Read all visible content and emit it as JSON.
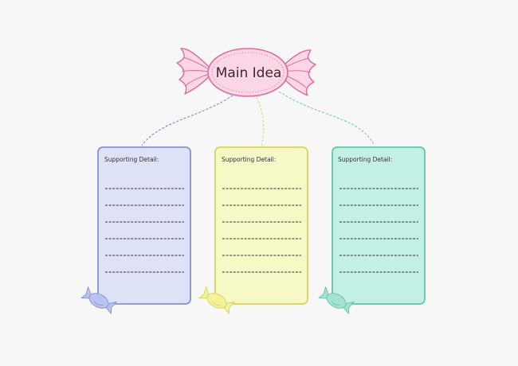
{
  "main_idea": {
    "title": "Main Idea",
    "colors": {
      "fill": "#fbd6e6",
      "stroke": "#e06a98"
    }
  },
  "details": [
    {
      "label": "Supporting Detail:",
      "lines": 6,
      "colors": {
        "fill": "#dde2f7",
        "stroke": "#8791cf",
        "connector": "#7b7fc4",
        "candy": "#b8c4ef"
      }
    },
    {
      "label": "Supporting Detail:",
      "lines": 6,
      "colors": {
        "fill": "#f6f8c5",
        "stroke": "#d8d35c",
        "connector": "#d9d57a",
        "candy": "#f3f199"
      }
    },
    {
      "label": "Supporting Detail:",
      "lines": 6,
      "colors": {
        "fill": "#c3f0e6",
        "stroke": "#64c4a9",
        "connector": "#72c4a8",
        "candy": "#a4e3d3"
      }
    }
  ]
}
